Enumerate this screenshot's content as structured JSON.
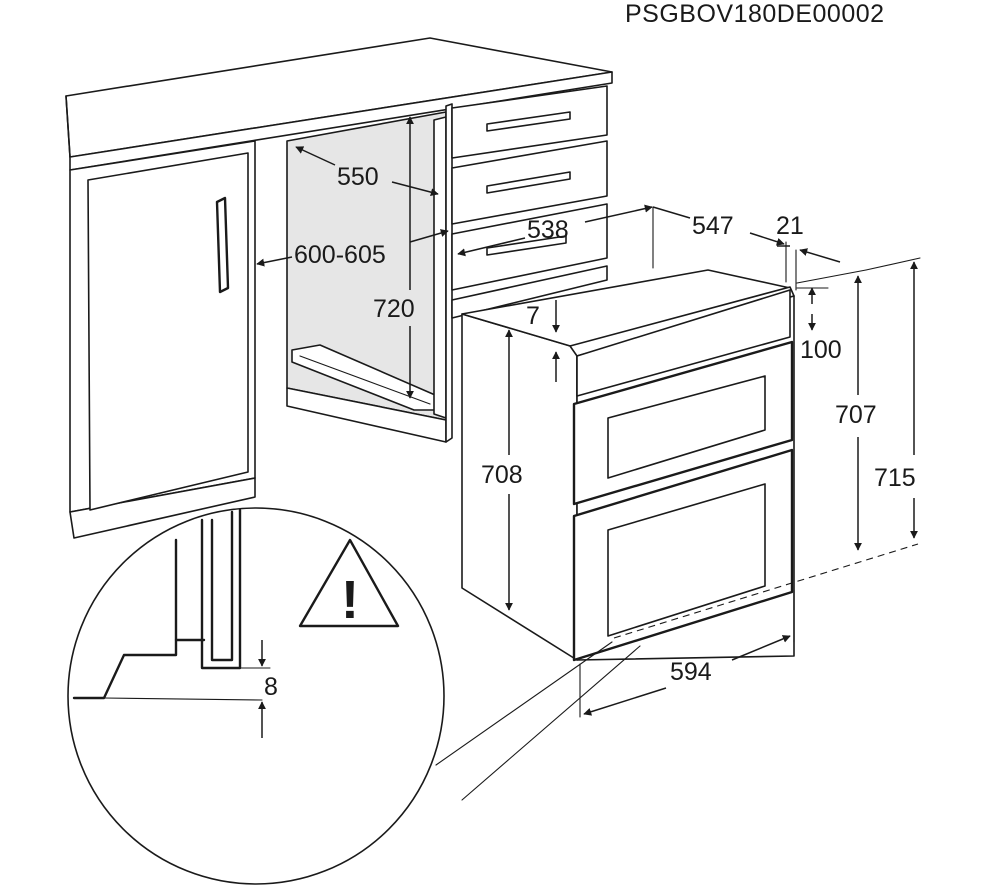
{
  "model_code": "PSGBOV180DE00002",
  "warning_symbol": "!",
  "dimensions": {
    "cabinet_depth": "550",
    "niche_width": "600-605",
    "niche_height": "720",
    "top_recess_width": "538",
    "oven_depth": "547",
    "fascia_depth": "21",
    "top_gap": "7",
    "top_panel_height": "100",
    "oven_height": "707",
    "overall_height": "715",
    "body_height": "708",
    "width": "594",
    "floor_gap": "8"
  }
}
